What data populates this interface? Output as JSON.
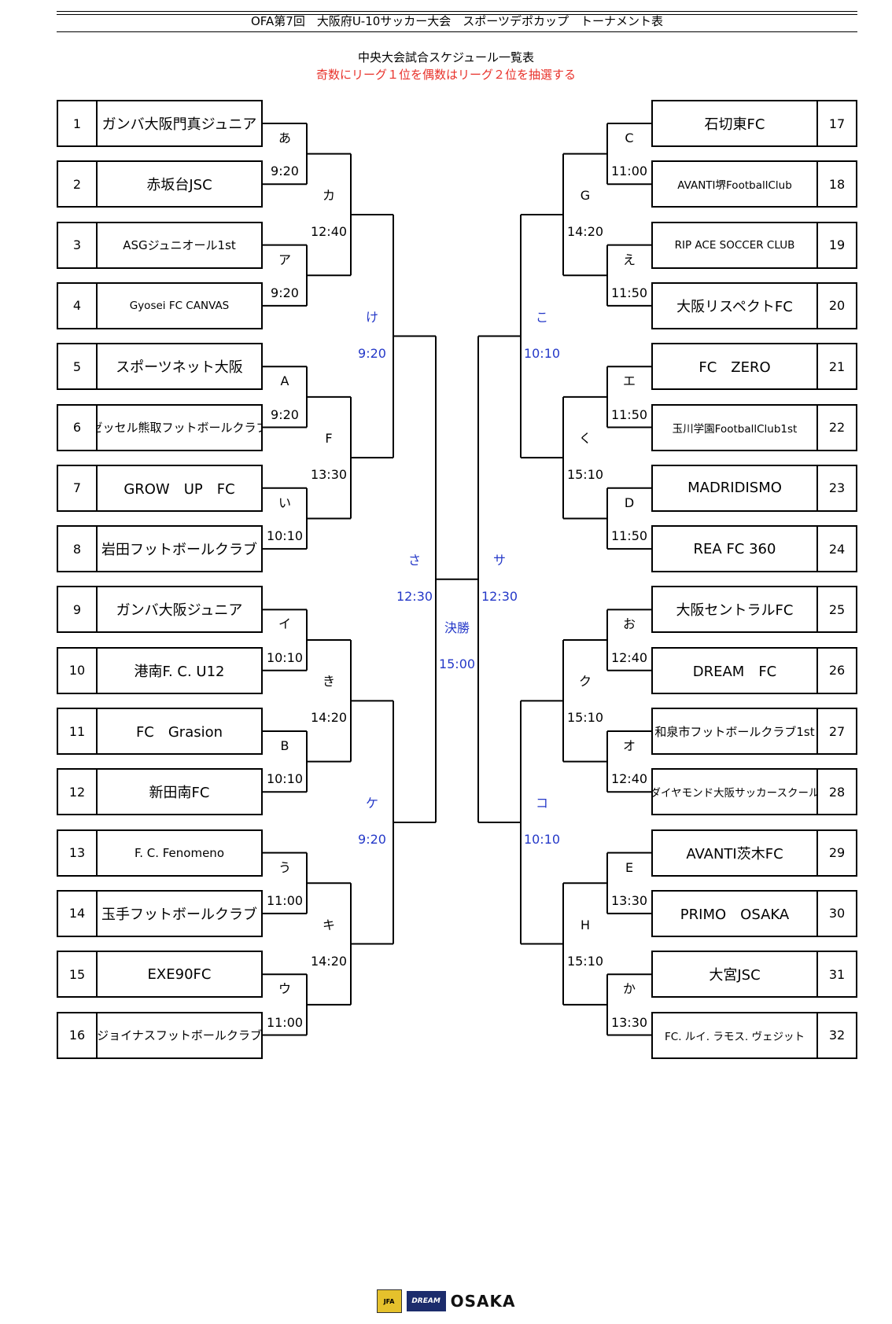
{
  "title": "OFA第7回　大阪府U-10サッカー大会　スポーツデポカップ　トーナメント表",
  "subtitle": "中央大会試合スケジュール一覧表",
  "note": "奇数にリーグ１位を偶数はリーグ２位を抽選する",
  "left_teams": [
    {
      "no": "1",
      "name": "ガンバ大阪門真ジュニア"
    },
    {
      "no": "2",
      "name": "赤坂台JSC"
    },
    {
      "no": "3",
      "name": "ASGジュニオール1st"
    },
    {
      "no": "4",
      "name": "Gyosei FC CANVAS"
    },
    {
      "no": "5",
      "name": "スポーツネット大阪"
    },
    {
      "no": "6",
      "name": "ゼッセル熊取フットボールクラブ"
    },
    {
      "no": "7",
      "name": "GROW　UP　FC"
    },
    {
      "no": "8",
      "name": "岩田フットボールクラブ"
    },
    {
      "no": "9",
      "name": "ガンバ大阪ジュニア"
    },
    {
      "no": "10",
      "name": "港南F. C. U12"
    },
    {
      "no": "11",
      "name": "FC　Grasion"
    },
    {
      "no": "12",
      "name": "新田南FC"
    },
    {
      "no": "13",
      "name": "F. C. Fenomeno"
    },
    {
      "no": "14",
      "name": "玉手フットボールクラブ"
    },
    {
      "no": "15",
      "name": "EXE90FC"
    },
    {
      "no": "16",
      "name": "ジョイナスフットボールクラブ"
    }
  ],
  "right_teams": [
    {
      "no": "17",
      "name": "石切東FC"
    },
    {
      "no": "18",
      "name": "AVANTI堺FootballClub"
    },
    {
      "no": "19",
      "name": "RIP ACE SOCCER CLUB"
    },
    {
      "no": "20",
      "name": "大阪リスペクトFC"
    },
    {
      "no": "21",
      "name": "FC　ZERO"
    },
    {
      "no": "22",
      "name": "玉川学園FootballClub1st"
    },
    {
      "no": "23",
      "name": "MADRIDISMO"
    },
    {
      "no": "24",
      "name": "REA FC 360"
    },
    {
      "no": "25",
      "name": "大阪セントラルFC"
    },
    {
      "no": "26",
      "name": "DREAM　FC"
    },
    {
      "no": "27",
      "name": "和泉市フットボールクラブ1st"
    },
    {
      "no": "28",
      "name": "ダイヤモンド大阪サッカースクール"
    },
    {
      "no": "29",
      "name": "AVANTI茨木FC"
    },
    {
      "no": "30",
      "name": "PRIMO　OSAKA"
    },
    {
      "no": "31",
      "name": "大宮JSC"
    },
    {
      "no": "32",
      "name": "FC. ルイ. ラモス. ヴェジット"
    }
  ],
  "left_r1": [
    {
      "label": "あ",
      "time": "9:20"
    },
    {
      "label": "ア",
      "time": "9:20"
    },
    {
      "label": "A",
      "time": "9:20"
    },
    {
      "label": "い",
      "time": "10:10"
    },
    {
      "label": "イ",
      "time": "10:10"
    },
    {
      "label": "B",
      "time": "10:10"
    },
    {
      "label": "う",
      "time": "11:00"
    },
    {
      "label": "ウ",
      "time": "11:00"
    }
  ],
  "left_r2": [
    {
      "label": "カ",
      "time": "12:40"
    },
    {
      "label": "F",
      "time": "13:30"
    },
    {
      "label": "き",
      "time": "14:20"
    },
    {
      "label": "キ",
      "time": "14:20"
    }
  ],
  "left_r3": [
    {
      "label": "け",
      "time": "9:20"
    },
    {
      "label": "ケ",
      "time": "9:20"
    }
  ],
  "left_r4": {
    "label": "さ",
    "time": "12:30"
  },
  "right_r1": [
    {
      "label": "C",
      "time": "11:00"
    },
    {
      "label": "え",
      "time": "11:50"
    },
    {
      "label": "エ",
      "time": "11:50"
    },
    {
      "label": "D",
      "time": "11:50"
    },
    {
      "label": "お",
      "time": "12:40"
    },
    {
      "label": "オ",
      "time": "12:40"
    },
    {
      "label": "E",
      "time": "13:30"
    },
    {
      "label": "か",
      "time": "13:30"
    }
  ],
  "right_r2": [
    {
      "label": "G",
      "time": "14:20"
    },
    {
      "label": "く",
      "time": "15:10"
    },
    {
      "label": "ク",
      "time": "15:10"
    },
    {
      "label": "H",
      "time": "15:10"
    }
  ],
  "right_r3": [
    {
      "label": "こ",
      "time": "10:10"
    },
    {
      "label": "コ",
      "time": "10:10"
    }
  ],
  "right_r4": {
    "label": "サ",
    "time": "12:30"
  },
  "final": {
    "label": "決勝",
    "time": "15:00"
  },
  "footer": {
    "jfa": "JFA",
    "dream": "DREAM",
    "osaka": "OSAKA"
  }
}
